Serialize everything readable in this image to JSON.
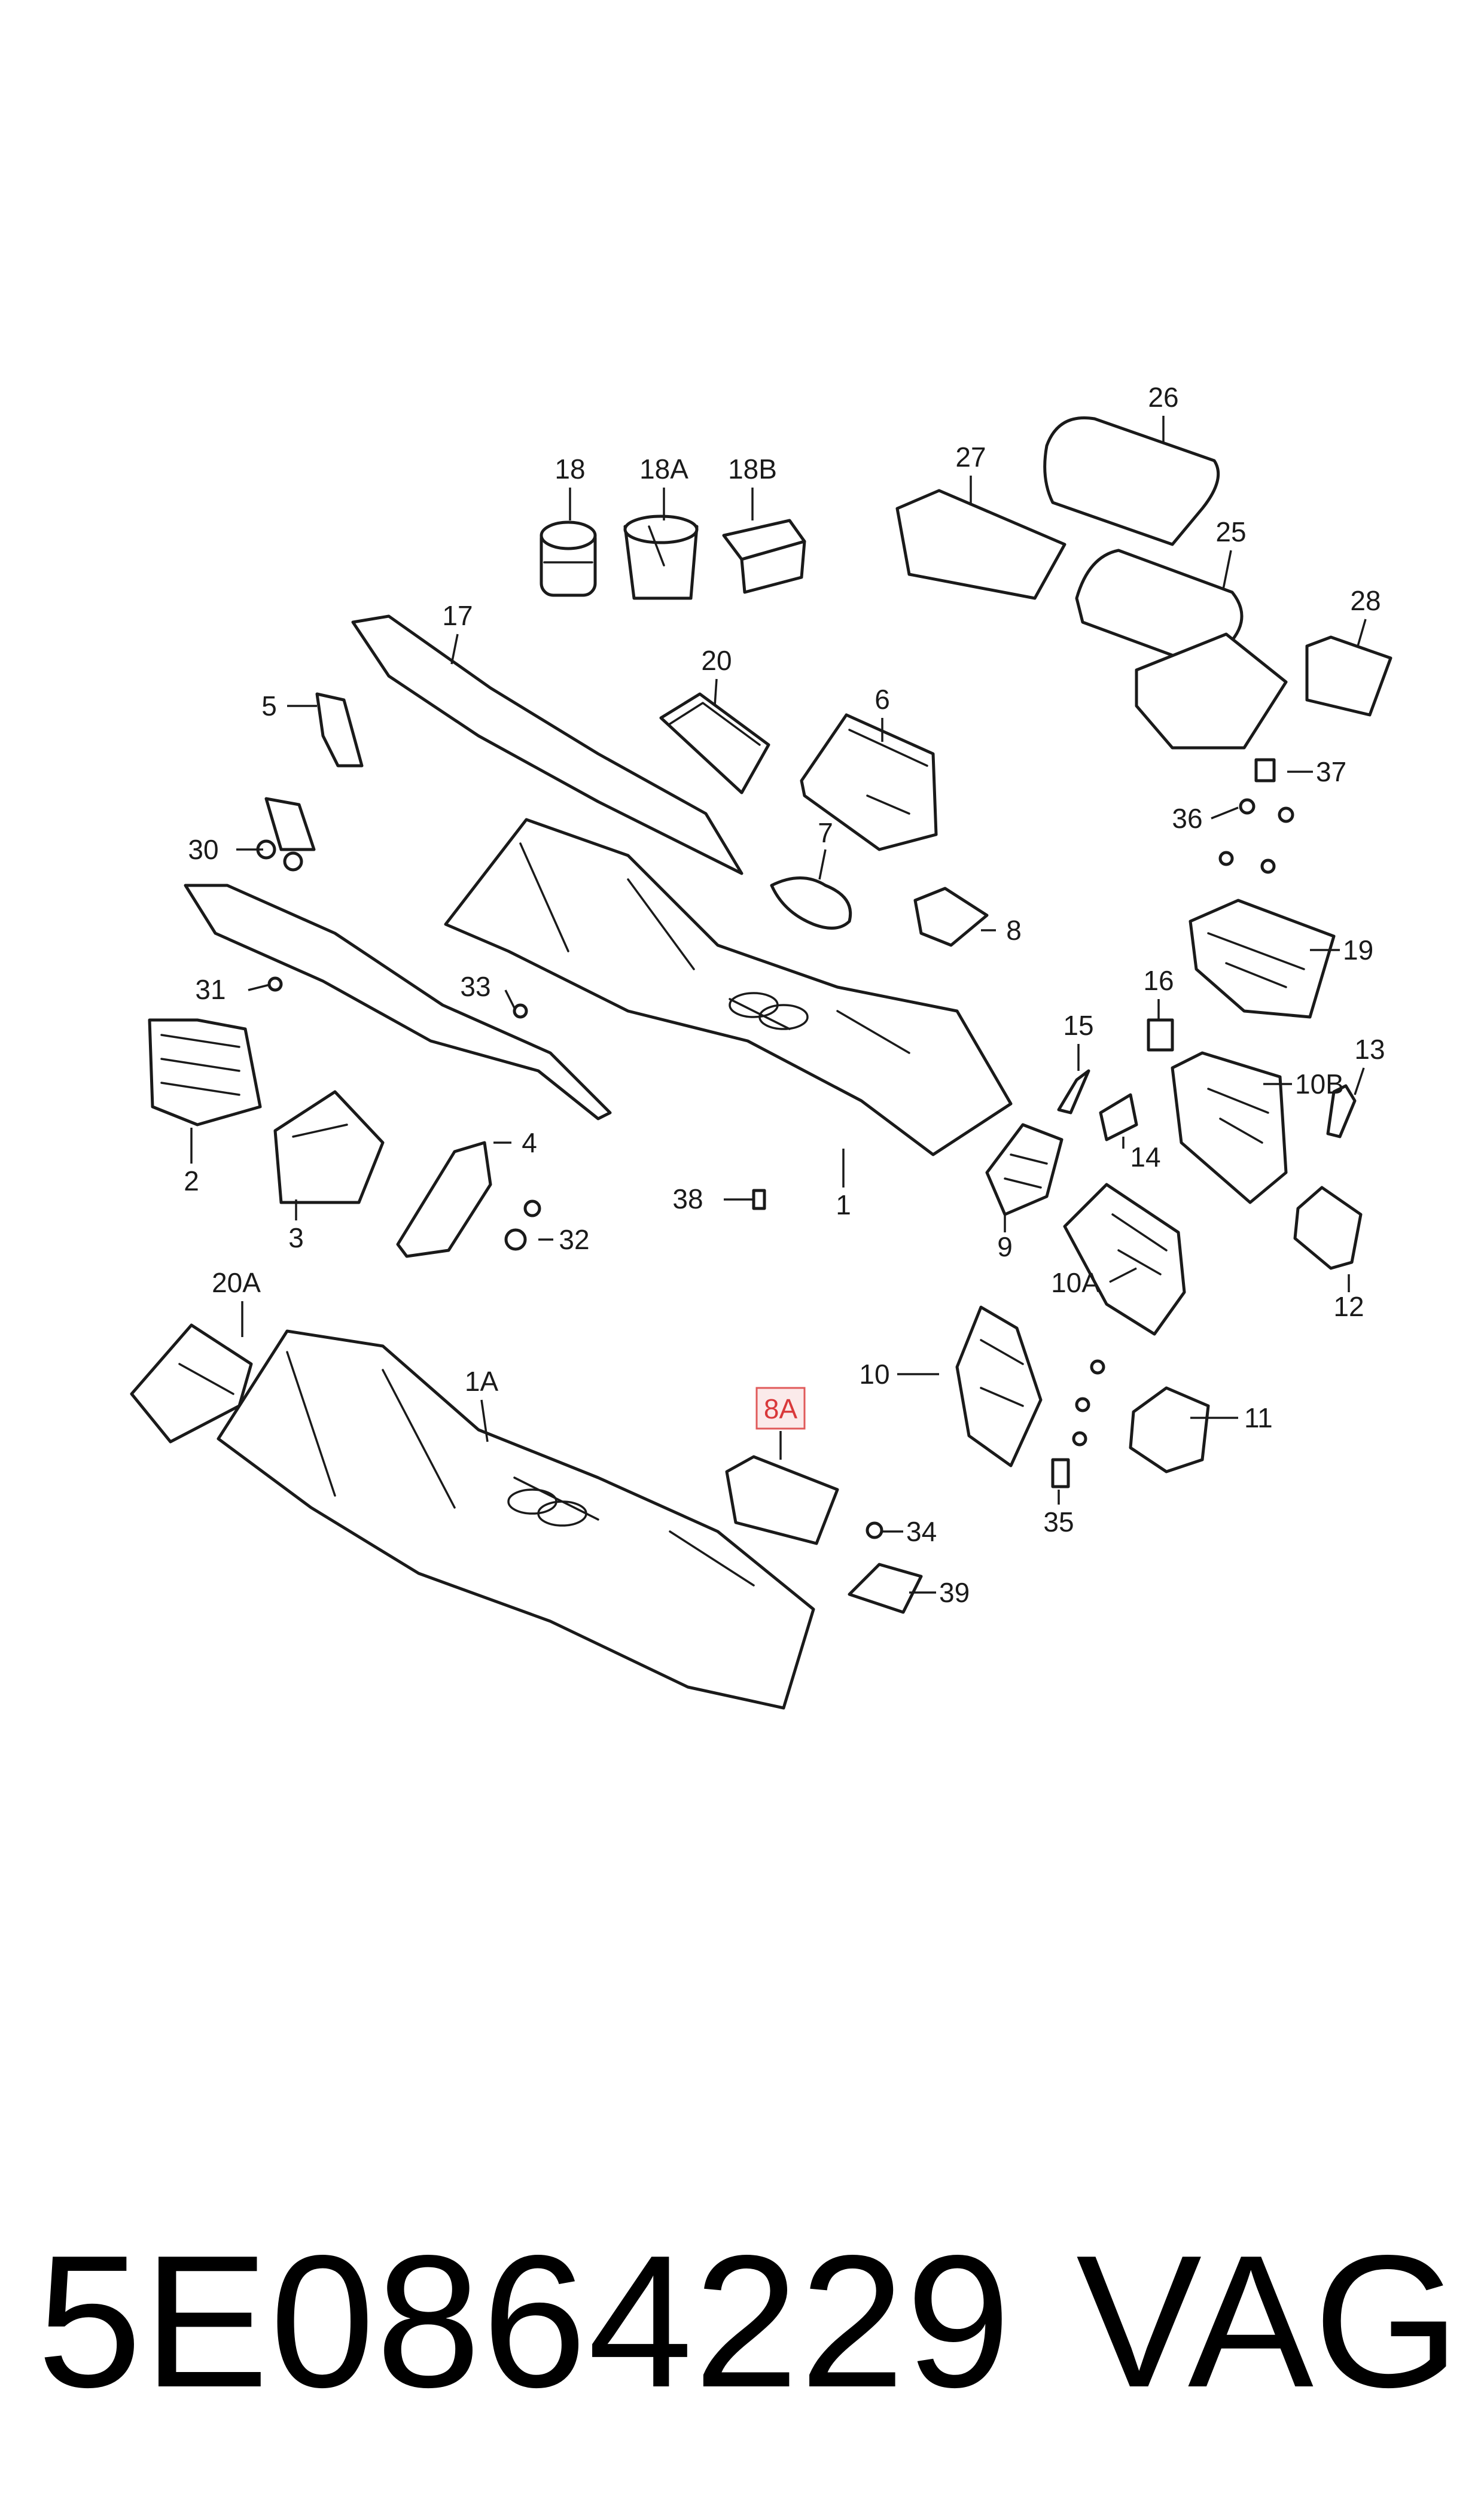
{
  "callouts": {
    "c1": "1",
    "c1A": "1A",
    "c2": "2",
    "c3": "3",
    "c4": "4",
    "c5": "5",
    "c6": "6",
    "c7": "7",
    "c8": "8",
    "c8A": "8A",
    "c9": "9",
    "c10": "10",
    "c10A": "10A",
    "c10B": "10B",
    "c11": "11",
    "c12": "12",
    "c13": "13",
    "c14": "14",
    "c15": "15",
    "c16": "16",
    "c17": "17",
    "c18": "18",
    "c18A": "18A",
    "c18B": "18B",
    "c19": "19",
    "c20": "20",
    "c20A": "20A",
    "c25": "25",
    "c26": "26",
    "c27": "27",
    "c28": "28",
    "c30": "30",
    "c31": "31",
    "c32": "32",
    "c33": "33",
    "c34": "34",
    "c35": "35",
    "c36": "36",
    "c37": "37",
    "c38": "38",
    "c39": "39"
  },
  "highlight_color": "#e05a5a",
  "footer": {
    "part_number": "5E0864229",
    "brand": "VAG"
  }
}
